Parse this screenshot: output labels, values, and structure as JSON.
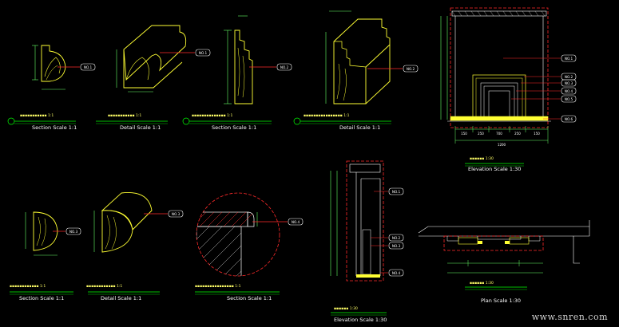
{
  "viewer": {
    "background": "#000000",
    "watermark": "www.snren.com"
  },
  "colors": {
    "profile": "#ffff33",
    "outline": "#ffffff",
    "leader": "#ff2a2a",
    "dim": "#66ff66",
    "hatch": "#ff3333",
    "accent": "#00ff00"
  },
  "details": {
    "d1": {
      "title": "Section Scale 1:1",
      "tag": "NO.1"
    },
    "d2": {
      "title": "Detail Scale 1:1",
      "tag": "NO.1"
    },
    "d3": {
      "title": "Section Scale 1:1",
      "tag": "NO.2"
    },
    "d4": {
      "title": "Detail Scale 1:1",
      "tag": "NO.2"
    },
    "d5": {
      "title": "Section Scale 1:1",
      "tag": "NO.3"
    },
    "d6": {
      "title": "Detail Scale 1:1",
      "tag": "NO.3"
    },
    "d7": {
      "title": "Section Scale 1:1",
      "tag": "NO.4"
    }
  },
  "elevation_front": {
    "title": "Elevation Scale 1:30",
    "tags": [
      "NO.1",
      "NO.2",
      "NO.3",
      "NO.4",
      "NO.5",
      "NO.6"
    ],
    "dims_bottom": [
      "150",
      "250",
      "700",
      "250",
      "150"
    ],
    "total": "1200"
  },
  "elevation_side": {
    "title": "Elevation Scale 1:30",
    "tags": [
      "NO.1",
      "NO.2",
      "NO.3",
      "NO.4"
    ]
  },
  "plan": {
    "title": "Plan Scale 1:30"
  }
}
